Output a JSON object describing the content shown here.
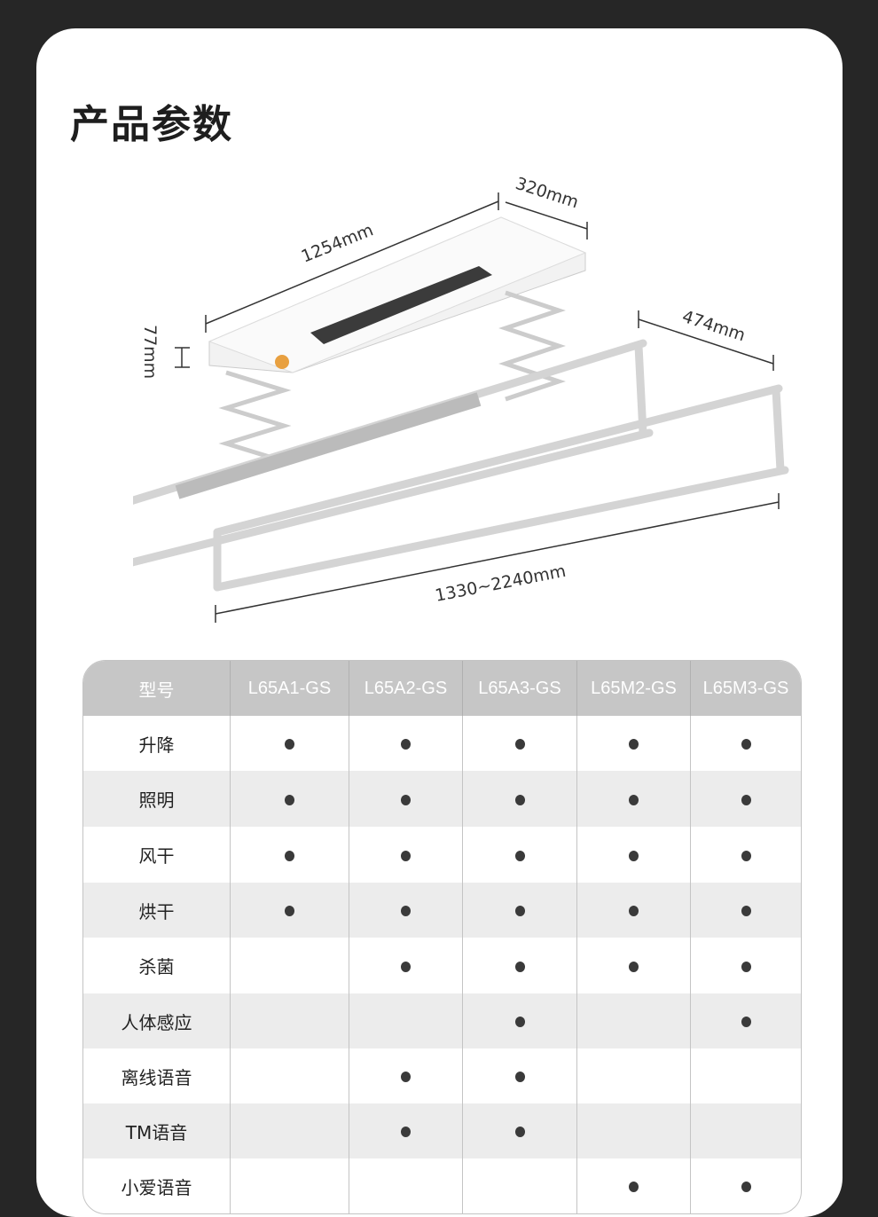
{
  "title": "产品参数",
  "dimensions": {
    "length": "1254mm",
    "width": "320mm",
    "height": "77mm",
    "rack_depth": "474mm",
    "rack_length": "1330~2240mm"
  },
  "table": {
    "header": [
      "型号",
      "L65A1-GS",
      "L65A2-GS",
      "L65A3-GS",
      "L65M2-GS",
      "L65M3-GS"
    ],
    "rows": [
      {
        "feature": "升降",
        "support": [
          true,
          true,
          true,
          true,
          true
        ]
      },
      {
        "feature": "照明",
        "support": [
          true,
          true,
          true,
          true,
          true
        ]
      },
      {
        "feature": "风干",
        "support": [
          true,
          true,
          true,
          true,
          true
        ]
      },
      {
        "feature": "烘干",
        "support": [
          true,
          true,
          true,
          true,
          true
        ]
      },
      {
        "feature": "杀菌",
        "support": [
          false,
          true,
          true,
          true,
          true
        ]
      },
      {
        "feature": "人体感应",
        "support": [
          false,
          false,
          true,
          false,
          true
        ]
      },
      {
        "feature": "离线语音",
        "support": [
          false,
          true,
          true,
          false,
          false
        ]
      },
      {
        "feature": "TM语音",
        "support": [
          false,
          true,
          true,
          false,
          false
        ]
      },
      {
        "feature": "小爱语音",
        "support": [
          false,
          false,
          false,
          true,
          true
        ]
      }
    ]
  }
}
